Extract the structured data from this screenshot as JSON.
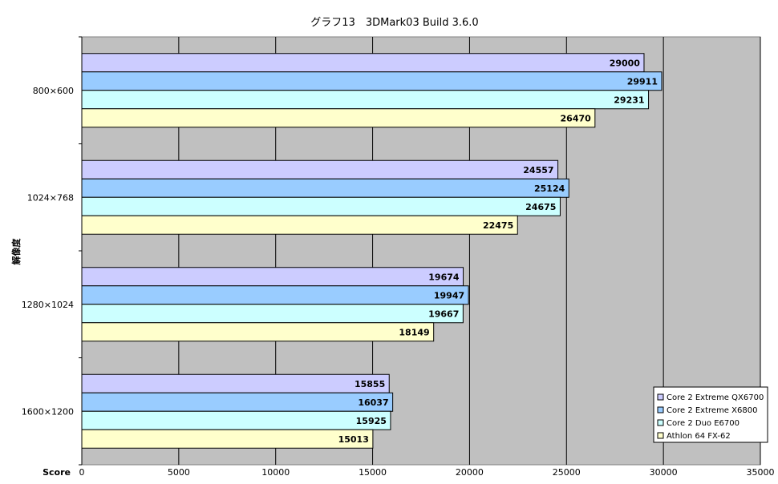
{
  "chart_data": {
    "type": "bar",
    "orientation": "horizontal",
    "title": "グラフ13　3DMark03  Build 3.6.0",
    "xlabel": "Score",
    "ylabel": "解像度",
    "xlim": [
      0,
      35000
    ],
    "xticks": [
      0,
      5000,
      10000,
      15000,
      20000,
      25000,
      30000,
      35000
    ],
    "grid": true,
    "legend": "bottom-right",
    "categories": [
      "800×600",
      "1024×768",
      "1280×1024",
      "1600×1200"
    ],
    "series": [
      {
        "name": "Core 2 Extreme QX6700",
        "color": "#ccccff",
        "values": [
          29000,
          24557,
          19674,
          15855
        ]
      },
      {
        "name": "Core 2 Extreme X6800",
        "color": "#99ccff",
        "values": [
          29911,
          25124,
          19947,
          16037
        ]
      },
      {
        "name": "Core 2 Duo E6700",
        "color": "#ccffff",
        "values": [
          29231,
          24675,
          19667,
          15925
        ]
      },
      {
        "name": "Athlon 64 FX-62",
        "color": "#ffffcc",
        "values": [
          26470,
          22475,
          18149,
          15013
        ]
      }
    ],
    "plot_background": "#c0c0c0"
  }
}
